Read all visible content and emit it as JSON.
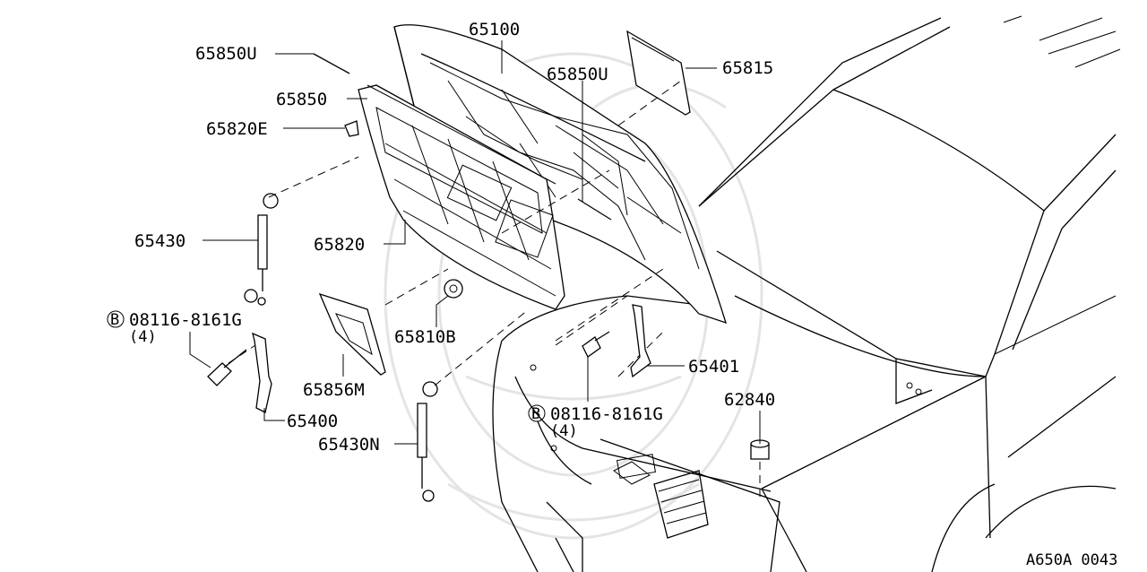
{
  "part_labels": {
    "p65100": "65100",
    "p65850u_a": "65850U",
    "p65850u_b": "65850U",
    "p65815": "65815",
    "p65850": "65850",
    "p65820e": "65820E",
    "p65430": "65430",
    "p65820": "65820",
    "p65810b": "65810B",
    "p65856m": "65856M",
    "p65401": "65401",
    "p65400": "65400",
    "p65430n": "65430N",
    "p62840": "62840"
  },
  "bolts": {
    "left": {
      "symbol": "B",
      "part_no": "08116-8161G",
      "qty": "(4)"
    },
    "right": {
      "symbol": "B",
      "part_no": "08116-8161G",
      "qty": "(4)"
    }
  },
  "drawing_id": "A650A 0043"
}
